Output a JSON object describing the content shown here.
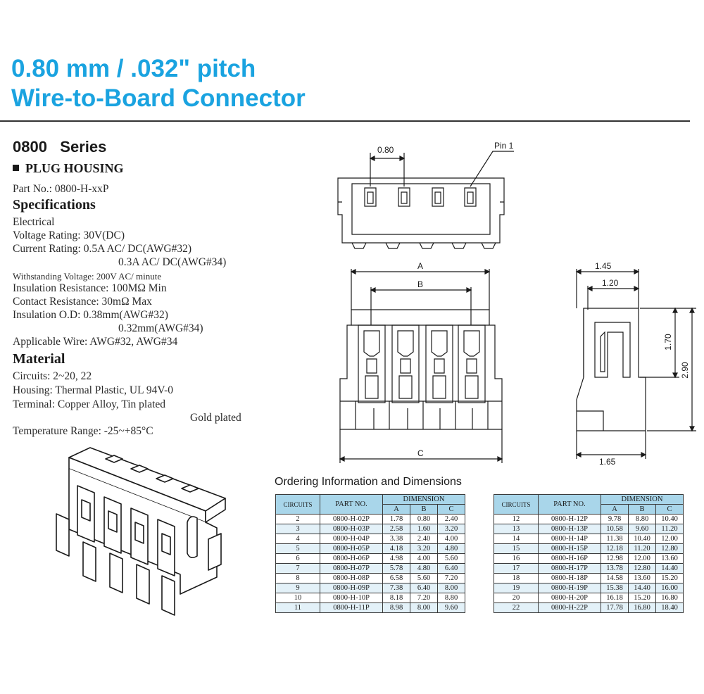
{
  "header": {
    "title_line1": "0.80 mm / .032\" pitch",
    "title_line2": "Wire-to-Board Connector"
  },
  "series": {
    "number": "0800",
    "label": "Series",
    "product": "PLUG HOUSING",
    "part_no": "Part No.: 0800-H-xxP"
  },
  "specifications": {
    "heading": "Specifications",
    "electrical": "Electrical",
    "voltage": "Voltage Rating: 30V(DC)",
    "current1": "Current Rating: 0.5A AC/ DC(AWG#32)",
    "current2": "0.3A AC/ DC(AWG#34)",
    "withstanding": "Withstanding Voltage: 200V AC/ minute",
    "insulation_res": "Insulation Resistance: 100MΩ Min",
    "contact_res": "Contact Resistance: 30mΩ Max",
    "insulation_od1": "Insulation O.D: 0.38mm(AWG#32)",
    "insulation_od2": "0.32mm(AWG#34)",
    "wire": "Applicable Wire: AWG#32, AWG#34"
  },
  "material": {
    "heading": "Material",
    "circuits": "Circuits: 2~20, 22",
    "housing": "Housing: Thermal Plastic, UL 94V-0",
    "terminal": "Terminal: Copper Alloy, Tin plated",
    "terminal2": "Gold plated",
    "temp": "Temperature Range: -25~+85°C"
  },
  "drawing": {
    "pitch": "0.80",
    "pin1": "Pin 1",
    "dim_a": "A",
    "dim_b": "B",
    "dim_c": "C",
    "side_145": "1.45",
    "side_120": "1.20",
    "side_170": "1.70",
    "side_290": "2.90",
    "side_165": "1.65"
  },
  "ordering": {
    "title": "Ordering Information and Dimensions",
    "headers": {
      "circuits": "CIRCUITS",
      "part_no": "PART NO.",
      "dimension": "DIMENSION",
      "a": "A",
      "b": "B",
      "c": "C"
    },
    "table_left": [
      [
        "2",
        "0800-H-02P",
        "1.78",
        "0.80",
        "2.40"
      ],
      [
        "3",
        "0800-H-03P",
        "2.58",
        "1.60",
        "3.20"
      ],
      [
        "4",
        "0800-H-04P",
        "3.38",
        "2.40",
        "4.00"
      ],
      [
        "5",
        "0800-H-05P",
        "4.18",
        "3.20",
        "4.80"
      ],
      [
        "6",
        "0800-H-06P",
        "4.98",
        "4.00",
        "5.60"
      ],
      [
        "7",
        "0800-H-07P",
        "5.78",
        "4.80",
        "6.40"
      ],
      [
        "8",
        "0800-H-08P",
        "6.58",
        "5.60",
        "7.20"
      ],
      [
        "9",
        "0800-H-09P",
        "7.38",
        "6.40",
        "8.00"
      ],
      [
        "10",
        "0800-H-10P",
        "8.18",
        "7.20",
        "8.80"
      ],
      [
        "11",
        "0800-H-11P",
        "8.98",
        "8.00",
        "9.60"
      ]
    ],
    "table_right": [
      [
        "12",
        "0800-H-12P",
        "9.78",
        "8.80",
        "10.40"
      ],
      [
        "13",
        "0800-H-13P",
        "10.58",
        "9.60",
        "11.20"
      ],
      [
        "14",
        "0800-H-14P",
        "11.38",
        "10.40",
        "12.00"
      ],
      [
        "15",
        "0800-H-15P",
        "12.18",
        "11.20",
        "12.80"
      ],
      [
        "16",
        "0800-H-16P",
        "12.98",
        "12.00",
        "13.60"
      ],
      [
        "17",
        "0800-H-17P",
        "13.78",
        "12.80",
        "14.40"
      ],
      [
        "18",
        "0800-H-18P",
        "14.58",
        "13.60",
        "15.20"
      ],
      [
        "19",
        "0800-H-19P",
        "15.38",
        "14.40",
        "16.00"
      ],
      [
        "20",
        "0800-H-20P",
        "16.18",
        "15.20",
        "16.80"
      ],
      [
        "22",
        "0800-H-22P",
        "17.78",
        "16.80",
        "18.40"
      ]
    ]
  },
  "colors": {
    "accent": "#1aa3e0",
    "table_header": "#a9d6ea",
    "table_stripe": "#e3f1f8"
  }
}
